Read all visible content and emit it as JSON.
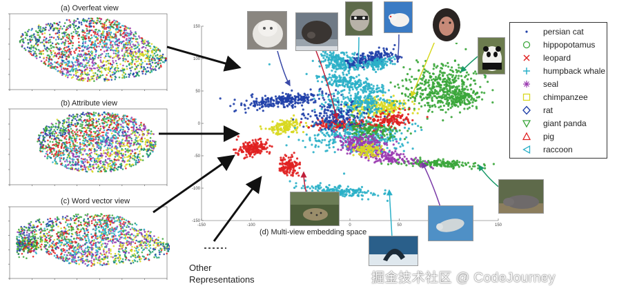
{
  "panels": {
    "overfeat_title": "(a) Overfeat view",
    "attribute_title": "(b) Attribute view",
    "wordvec_title": "(c) Word vector view"
  },
  "main": {
    "caption": "(d) Multi-view embedding space",
    "x_ticks": [
      "-150",
      "-100",
      "-50",
      "0",
      "50",
      "100",
      "150"
    ],
    "y_ticks": [
      "150",
      "100",
      "50",
      "0",
      "-50",
      "-100",
      "-150"
    ],
    "xlim": [
      -150,
      150
    ],
    "ylim": [
      -150,
      150
    ]
  },
  "other": {
    "line1": "Other",
    "line2": "Representations"
  },
  "legend": {
    "items": [
      {
        "label": "persian cat",
        "symbol": "dot",
        "color": "#1f3fa8"
      },
      {
        "label": "hippopotamus",
        "symbol": "circle",
        "color": "#3aa63a"
      },
      {
        "label": "leopard",
        "symbol": "x",
        "color": "#e02020"
      },
      {
        "label": "humpback whale",
        "symbol": "plus",
        "color": "#2bb0c8"
      },
      {
        "label": "seal",
        "symbol": "star",
        "color": "#9a3ab0"
      },
      {
        "label": "chimpanzee",
        "symbol": "square",
        "color": "#d8d820"
      },
      {
        "label": "rat",
        "symbol": "diamond",
        "color": "#1f3fa8"
      },
      {
        "label": "giant panda",
        "symbol": "tri-down",
        "color": "#3aa63a"
      },
      {
        "label": "pig",
        "symbol": "tri-up",
        "color": "#e02020"
      },
      {
        "label": "raccoon",
        "symbol": "tri-left",
        "color": "#2bb0c8"
      }
    ]
  },
  "watermark": "掘金技术社区 @ CodeJourney",
  "photos": [
    {
      "id": "persian-cat-photo",
      "subject": "persian cat"
    },
    {
      "id": "pig-photo",
      "subject": "pig"
    },
    {
      "id": "raccoon-photo",
      "subject": "raccoon"
    },
    {
      "id": "rat-photo",
      "subject": "rat"
    },
    {
      "id": "chimpanzee-photo",
      "subject": "chimpanzee"
    },
    {
      "id": "giant-panda-photo",
      "subject": "giant panda"
    },
    {
      "id": "leopard-photo",
      "subject": "leopard"
    },
    {
      "id": "hippopotamus-photo",
      "subject": "hippopotamus"
    },
    {
      "id": "seal-photo",
      "subject": "seal"
    },
    {
      "id": "humpback-whale-photo",
      "subject": "humpback whale"
    }
  ],
  "colors": {
    "persian_cat": "#1f3fa8",
    "hippopotamus": "#3aa63a",
    "leopard": "#e02020",
    "humpback_whale": "#2bb0c8",
    "seal": "#9a3ab0",
    "chimpanzee": "#d8d820",
    "rat": "#1f3fa8",
    "giant_panda": "#3aa63a",
    "pig": "#e02020",
    "raccoon": "#2bb0c8"
  }
}
